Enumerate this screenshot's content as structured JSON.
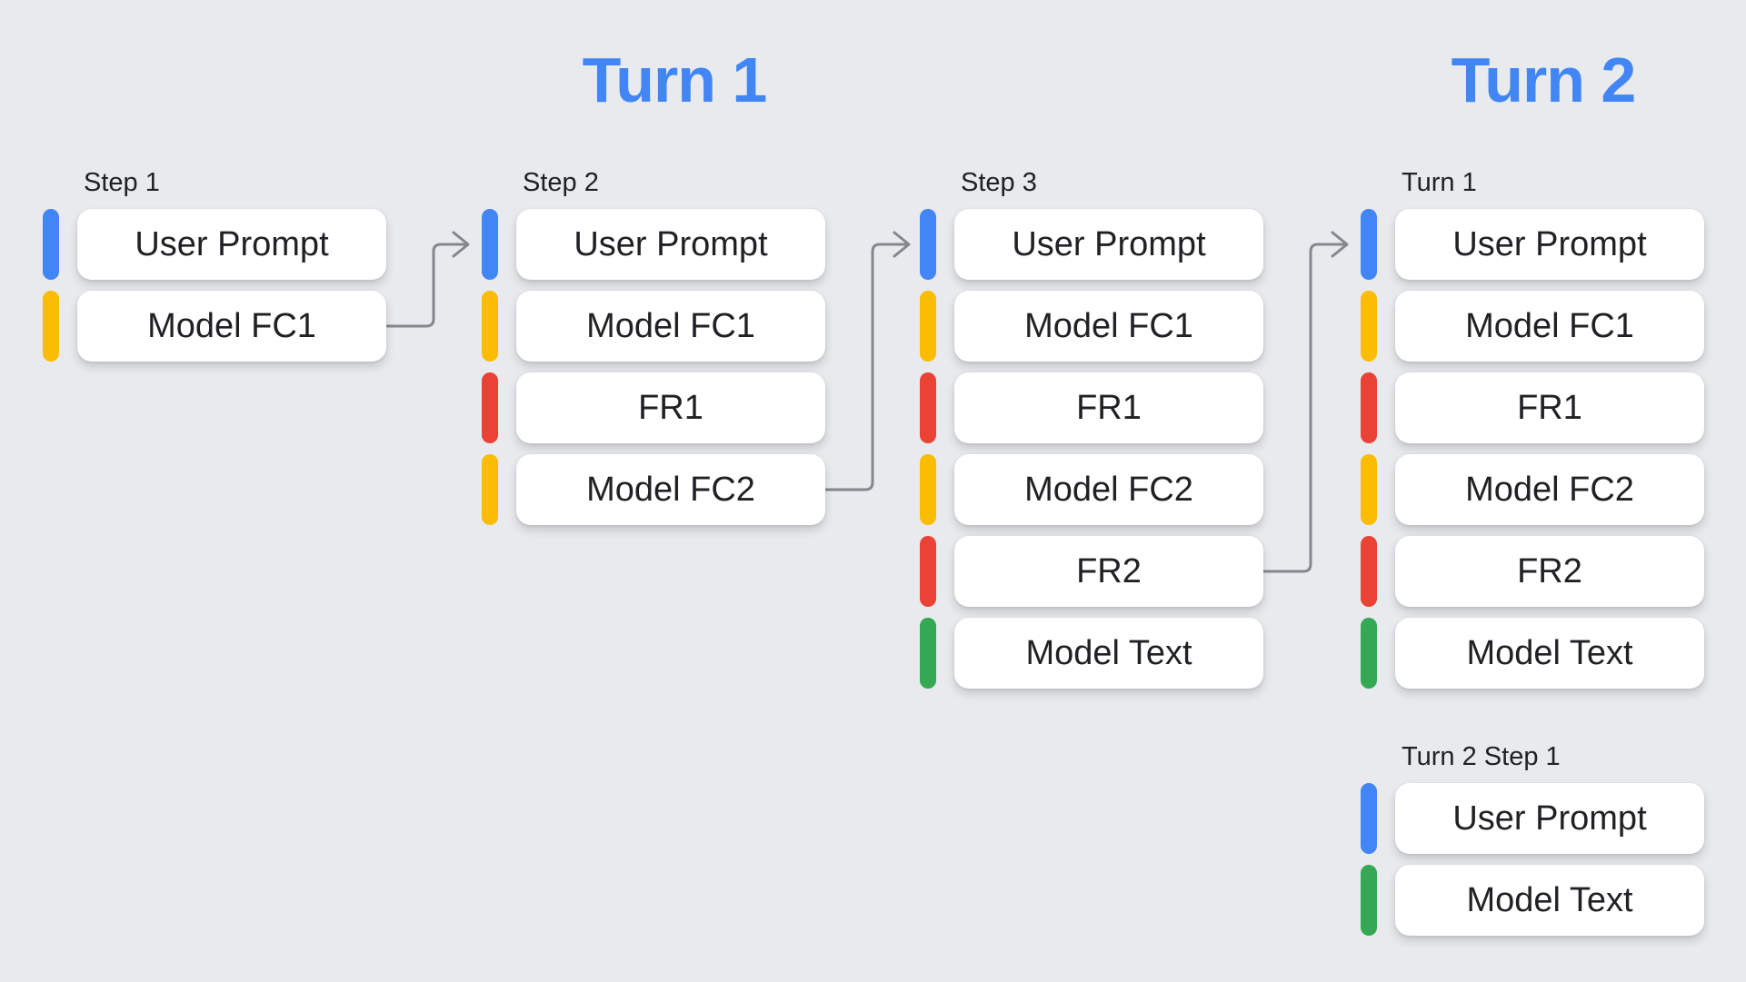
{
  "palette": {
    "background": "#E8EAED",
    "header_blue": "#4285F4",
    "card_background": "#FFFFFF",
    "card_text": "#202124",
    "label_text": "#202124",
    "arrow": "#84878C",
    "blue": "#4285F4",
    "yellow": "#FBBC04",
    "red": "#EA4335",
    "green": "#34A853"
  },
  "headers": {
    "turn1": "Turn 1",
    "turn2": "Turn 2"
  },
  "columns": [
    {
      "label": "Step 1",
      "rows": [
        {
          "text": "User Prompt",
          "bar_color": "#4285F4"
        },
        {
          "text": "Model FC1",
          "bar_color": "#FBBC04"
        }
      ]
    },
    {
      "label": "Step 2",
      "rows": [
        {
          "text": "User Prompt",
          "bar_color": "#4285F4"
        },
        {
          "text": "Model FC1",
          "bar_color": "#FBBC04"
        },
        {
          "text": "FR1",
          "bar_color": "#EA4335"
        },
        {
          "text": "Model FC2",
          "bar_color": "#FBBC04"
        }
      ]
    },
    {
      "label": "Step 3",
      "rows": [
        {
          "text": "User Prompt",
          "bar_color": "#4285F4"
        },
        {
          "text": "Model FC1",
          "bar_color": "#FBBC04"
        },
        {
          "text": "FR1",
          "bar_color": "#EA4335"
        },
        {
          "text": "Model FC2",
          "bar_color": "#FBBC04"
        },
        {
          "text": "FR2",
          "bar_color": "#EA4335"
        },
        {
          "text": "Model Text",
          "bar_color": "#34A853"
        }
      ]
    },
    {
      "label": "Turn 1",
      "rows": [
        {
          "text": "User Prompt",
          "bar_color": "#4285F4"
        },
        {
          "text": "Model FC1",
          "bar_color": "#FBBC04"
        },
        {
          "text": "FR1",
          "bar_color": "#EA4335"
        },
        {
          "text": "Model FC2",
          "bar_color": "#FBBC04"
        },
        {
          "text": "FR2",
          "bar_color": "#EA4335"
        },
        {
          "text": "Model Text",
          "bar_color": "#34A853"
        }
      ]
    },
    {
      "label": "Turn 2 Step 1",
      "rows": [
        {
          "text": "User Prompt",
          "bar_color": "#4285F4"
        },
        {
          "text": "Model Text",
          "bar_color": "#34A853"
        }
      ]
    }
  ],
  "arrows": [
    {
      "from": "Step 1 / Model FC1",
      "to": "Step 2 / User Prompt"
    },
    {
      "from": "Step 2 / Model FC2",
      "to": "Step 3 / User Prompt"
    },
    {
      "from": "Step 3 / FR2",
      "to": "Turn 1 / User Prompt"
    }
  ]
}
